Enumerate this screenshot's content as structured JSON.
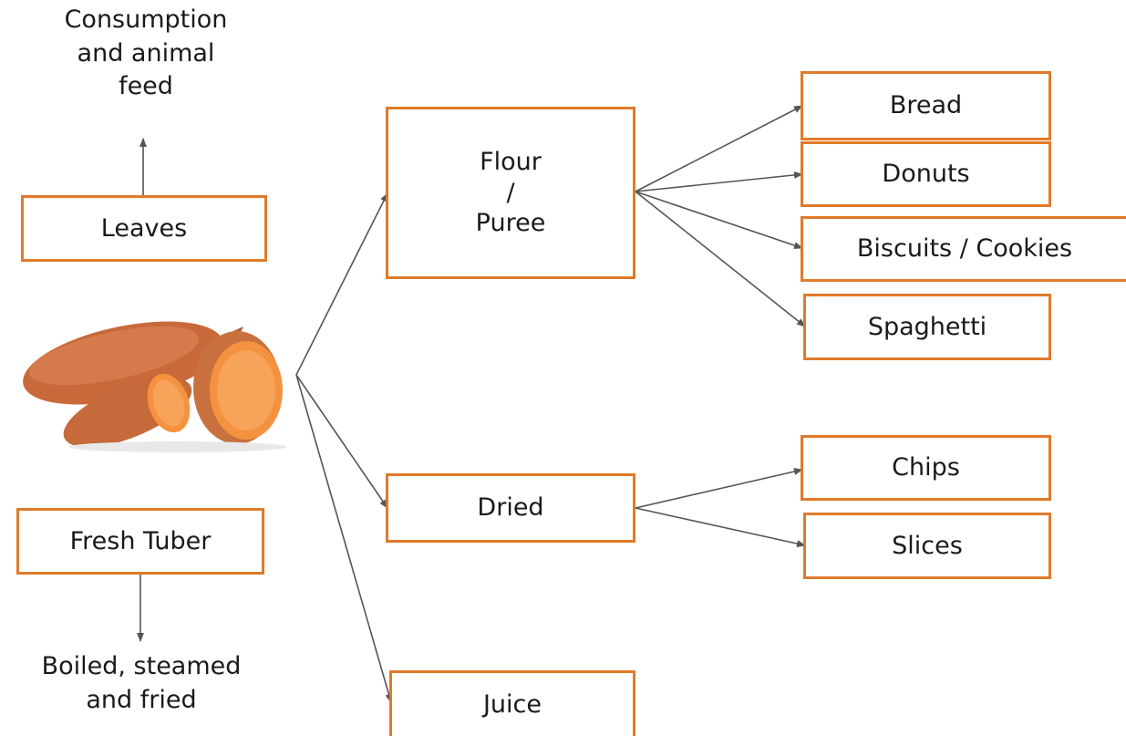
{
  "nodes": {
    "consumption": "Consumption\nand animal\nfeed",
    "leaves": "Leaves",
    "fresh_tuber": "Fresh Tuber",
    "boiled": "Boiled, steamed\nand fried",
    "flour_puree": "Flour\n/\nPuree",
    "dried": "Dried",
    "juice": "Juice",
    "bread": "Bread",
    "donuts": "Donuts",
    "biscuits": "Biscuits / Cookies",
    "spaghetti": "Spaghetti",
    "chips": "Chips",
    "slices": "Slices"
  },
  "colors": {
    "box_border": "#e07a2a",
    "arrow": "#555555",
    "tuber_skin": "#c9693a",
    "tuber_flesh": "#f5923f"
  },
  "image": {
    "icon": "sweet-potato-image"
  }
}
